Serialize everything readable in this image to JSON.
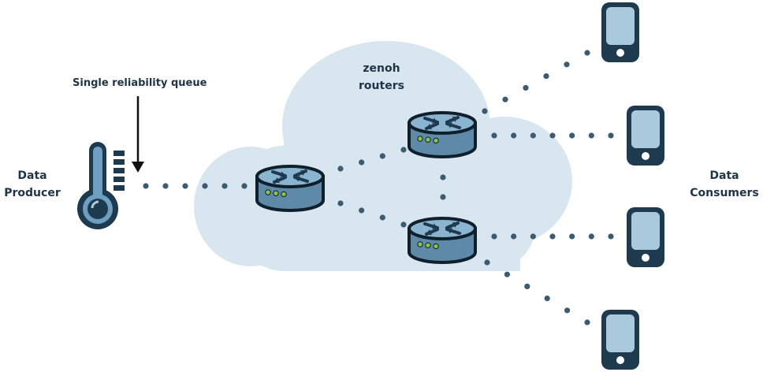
{
  "labels": {
    "queue": "Single reliability queue",
    "routers_line1": "zenoh",
    "routers_line2": "routers",
    "producer_line1": "Data",
    "producer_line2": "Producer",
    "consumers_line1": "Data",
    "consumers_line2": "Consumers"
  },
  "colors": {
    "cloud": "#d8e6f0",
    "dots": "#3d5b70",
    "ink": "#1f3446",
    "device_outline": "#1e3a4f",
    "device_fill": "#a9c9dd",
    "router_top": "#8ab4cf",
    "router_side": "#5e8aa7",
    "led": "#8bc34a"
  },
  "diagram": {
    "producer": "thermometer-icon",
    "consumers": [
      "phone-icon",
      "phone-icon",
      "phone-icon",
      "phone-icon"
    ],
    "routers": [
      "router-icon",
      "router-icon",
      "router-icon"
    ]
  }
}
